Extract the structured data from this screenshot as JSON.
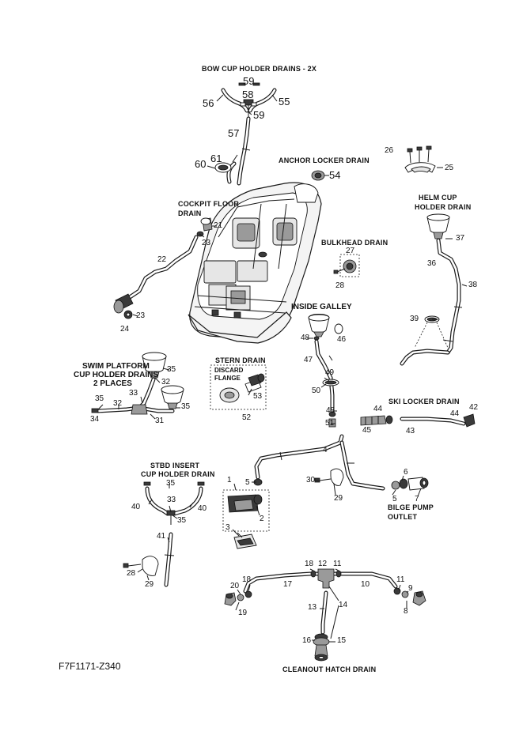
{
  "section_titles": {
    "bow_cup_holder": "BOW CUP HOLDER DRAINS - 2X",
    "anchor_locker": "ANCHOR LOCKER DRAIN",
    "helm_cup_line1": "HELM CUP",
    "helm_cup_line2": "HOLDER DRAIN",
    "cockpit_floor_line1": "COCKPIT FLOOR",
    "cockpit_floor_line2": "DRAIN",
    "bulkhead": "BULKHEAD DRAIN",
    "inside_galley": "INSIDE GALLEY",
    "stern": "STERN DRAIN",
    "discard_line1": "DISCARD",
    "discard_line2": "FLANGE",
    "swim_line1": "SWIM PLATFORM",
    "swim_line2": "CUP HOLDER DRAINS",
    "swim_line3": "2 PLACES",
    "ski_locker": "SKI LOCKER DRAIN",
    "stbd_line1": "STBD INSERT",
    "stbd_line2": "CUP HOLDER DRAIN",
    "bilge_line1": "BILGE PUMP",
    "bilge_line2": "OUTLET",
    "cleanout": "CLEANOUT HATCH DRAIN"
  },
  "figure_code": "F7F1171-Z340",
  "callouts": {
    "c59a": "59",
    "c56": "56",
    "c58": "58",
    "c55": "55",
    "c59b": "59",
    "c57": "57",
    "c61": "61",
    "c60": "60",
    "c54": "54",
    "c26": "26",
    "c25": "25",
    "c37": "37",
    "c21": "21",
    "c23a": "23",
    "c22": "22",
    "c27": "27",
    "c28a": "28",
    "c36": "36",
    "c38": "38",
    "c23b": "23",
    "c24": "24",
    "c48a": "48",
    "c46": "46",
    "c39": "39",
    "c47": "47",
    "c49": "49",
    "c50": "50",
    "c35a": "35",
    "c32a": "32",
    "c53": "53",
    "c33a": "33",
    "c35b": "35",
    "c35c": "35",
    "c34": "34",
    "c32b": "32",
    "c31": "31",
    "c52": "52",
    "c48b": "48",
    "c51": "51",
    "c44a": "44",
    "c44b": "44",
    "c42": "42",
    "c45": "45",
    "c43": "43",
    "c4": "4",
    "c1": "1",
    "c5a": "5",
    "c35d": "35",
    "c30": "30",
    "c6": "6",
    "c5b": "5",
    "c7": "7",
    "c29a": "29",
    "c40a": "40",
    "c33b": "33",
    "c40b": "40",
    "c35e": "35",
    "c2": "2",
    "c3": "3",
    "c41": "41",
    "c28b": "28",
    "c29b": "29",
    "c18a": "18",
    "c12": "12",
    "c11a": "11",
    "c18b": "18",
    "c17": "17",
    "c10": "10",
    "c11b": "11",
    "c20": "20",
    "c9": "9",
    "c19": "19",
    "c8": "8",
    "c13": "13",
    "c14": "14",
    "c16": "16",
    "c15": "15"
  }
}
